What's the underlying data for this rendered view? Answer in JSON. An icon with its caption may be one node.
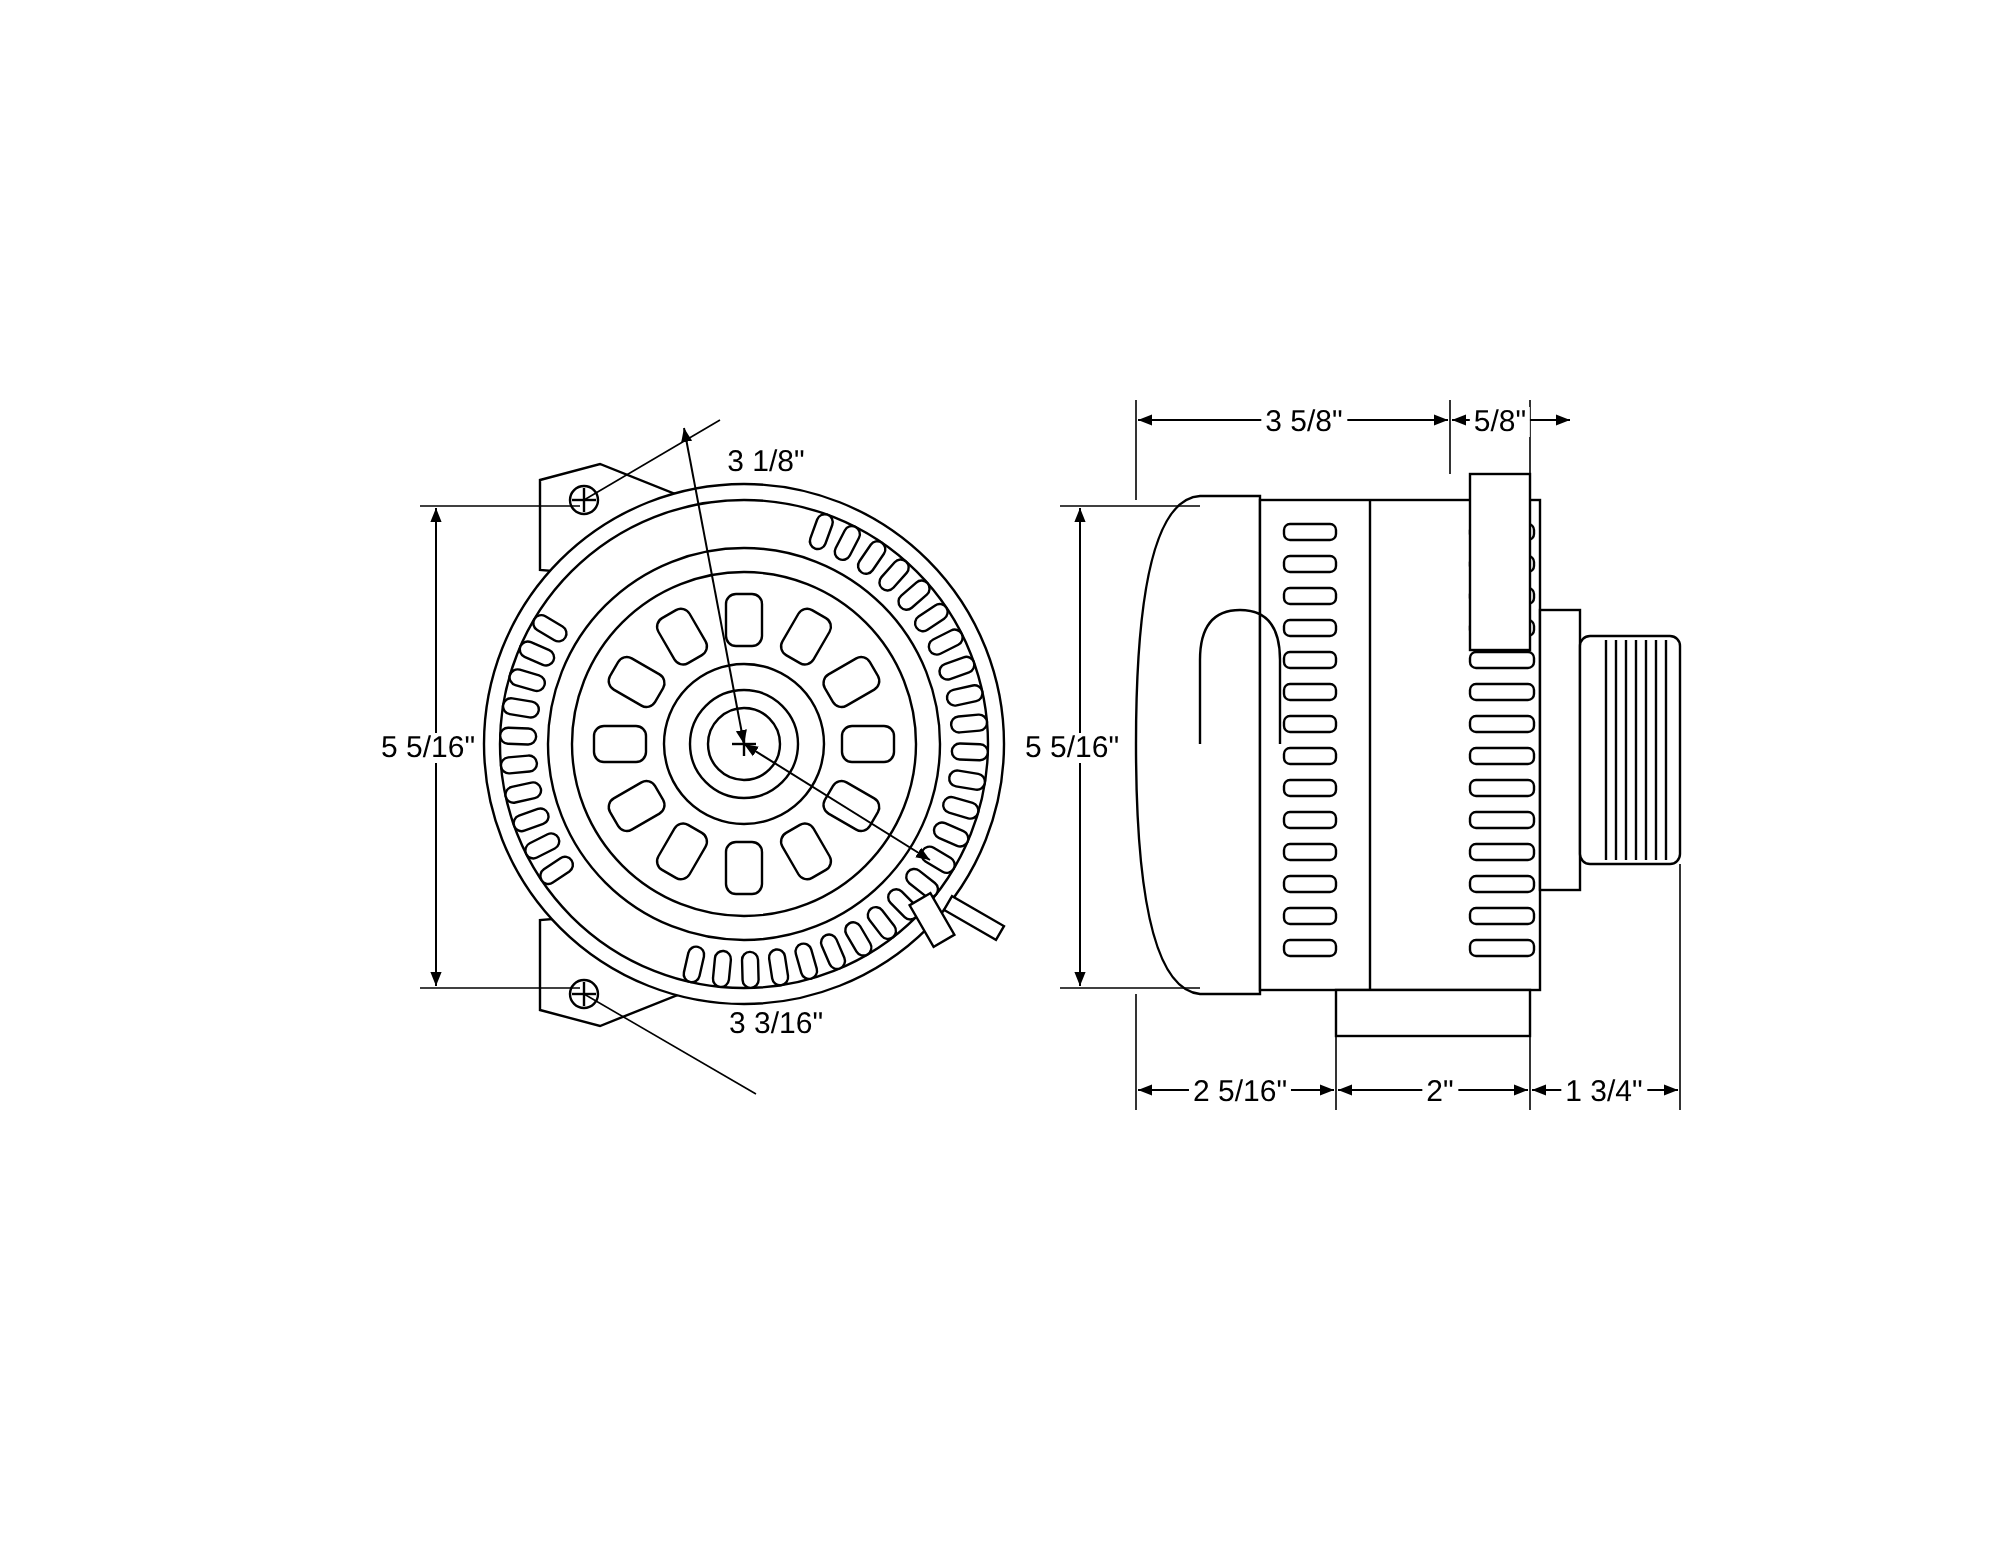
{
  "diagram": {
    "labels": [
      "3 5/8\"",
      "5/8\"",
      "3 1/8\"",
      "5 5/16\"",
      "5 5/16\"",
      "3 3/16\"",
      "2 5/16\"",
      "2\"",
      "1 3/4\""
    ]
  }
}
